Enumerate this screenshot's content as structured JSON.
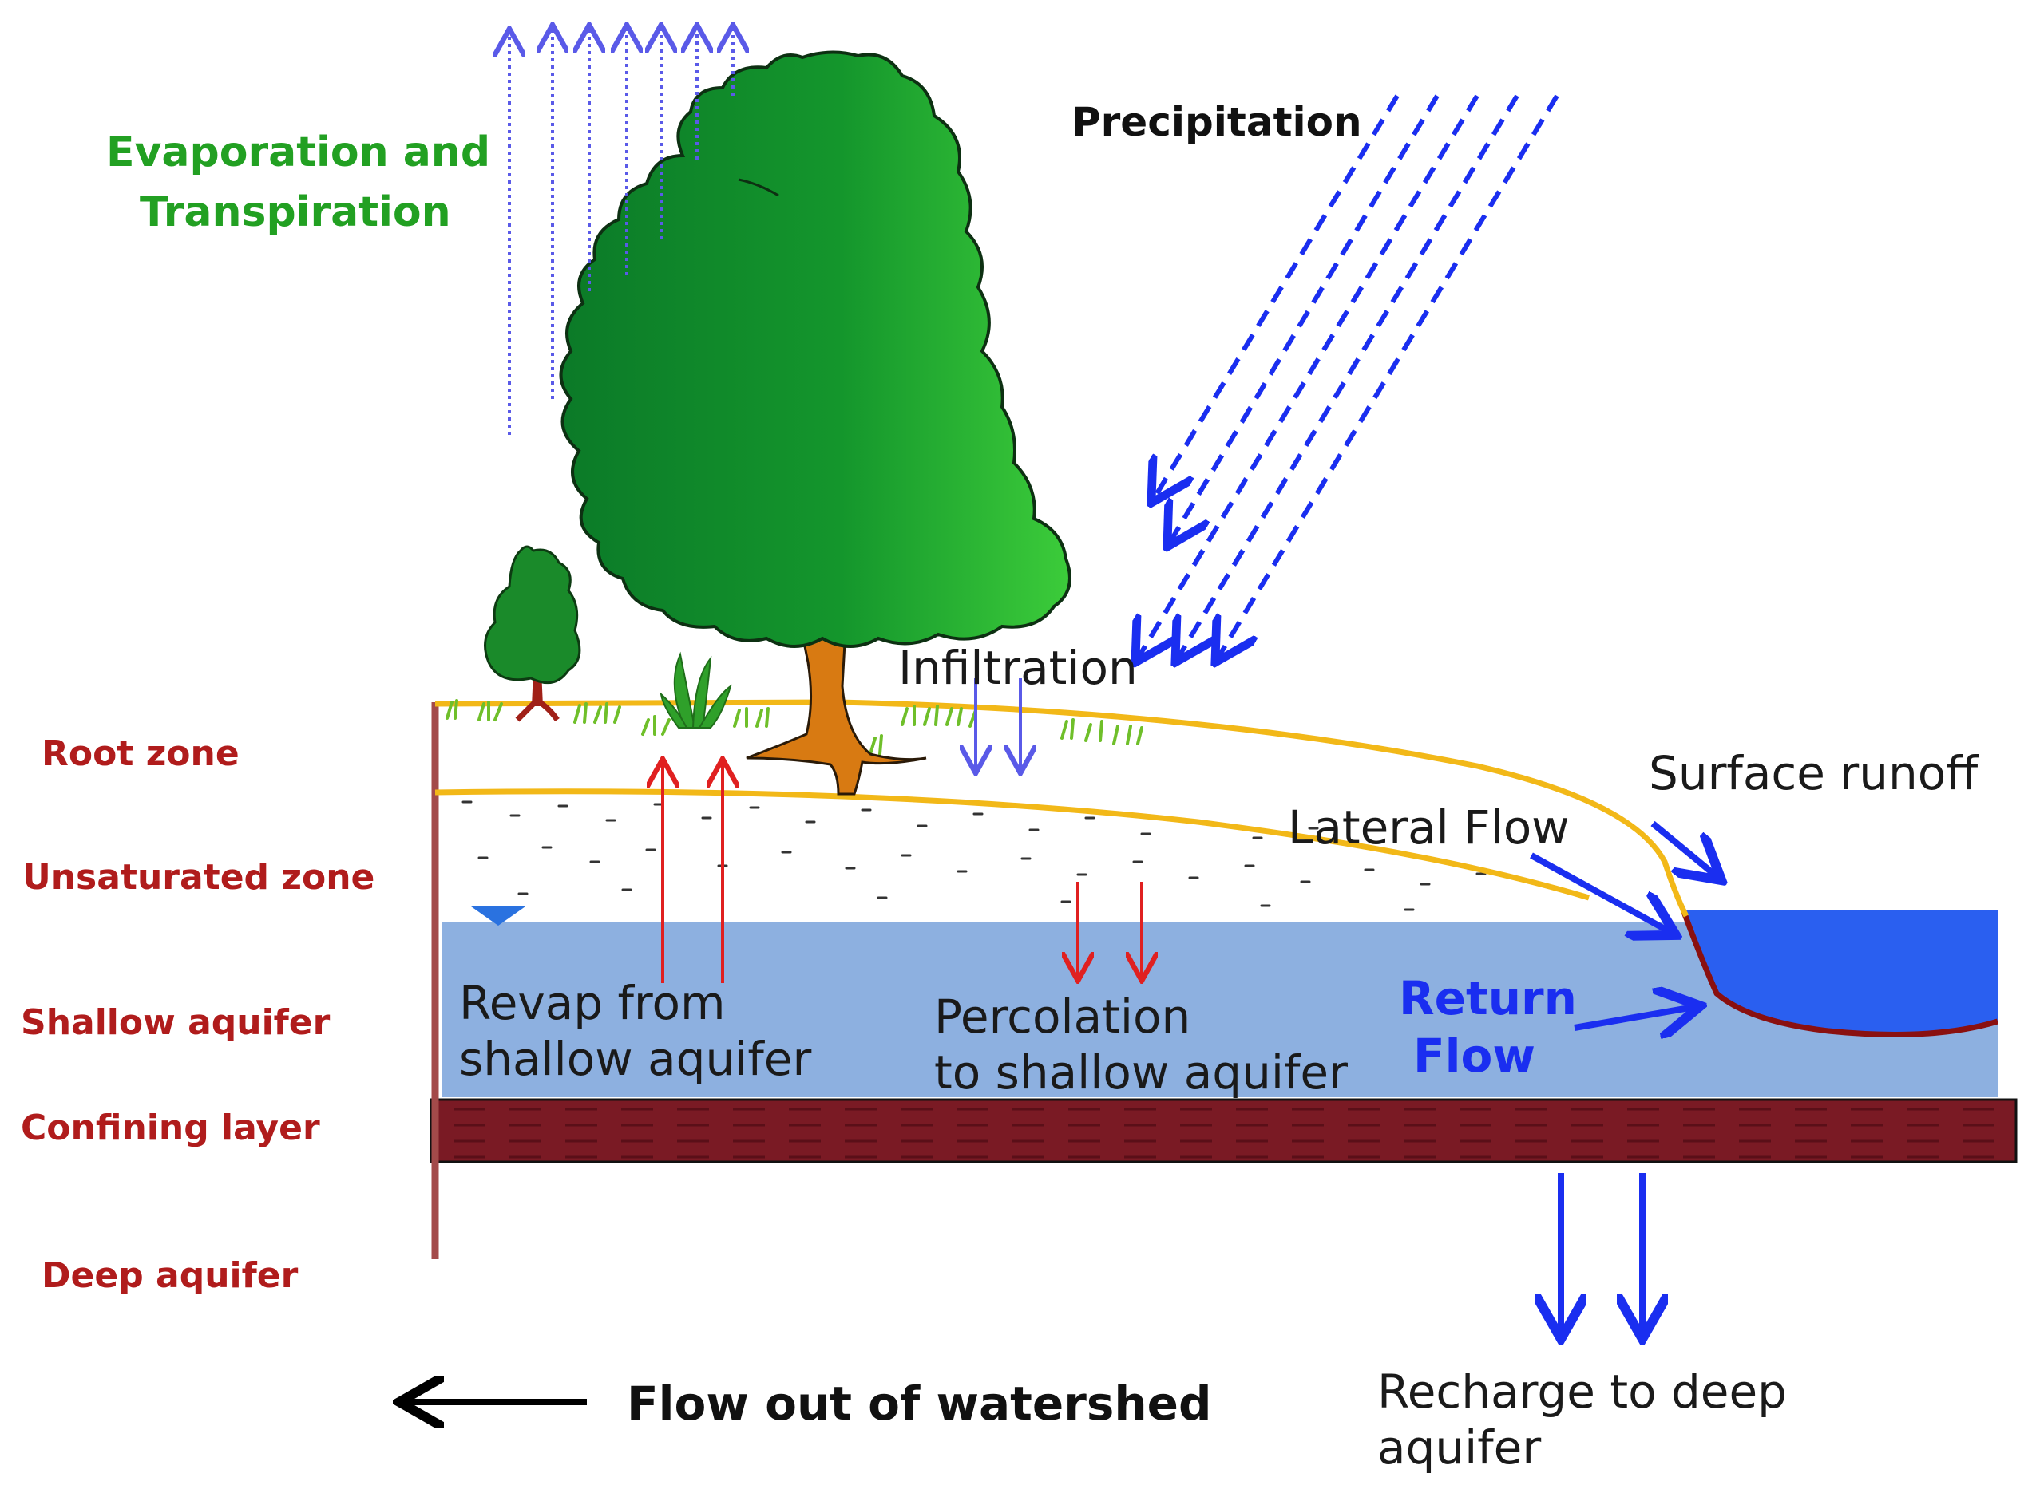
{
  "zones": {
    "root": "Root zone",
    "unsaturated": "Unsaturated zone",
    "shallow": "Shallow aquifer",
    "confining": "Confining layer",
    "deep": "Deep aquifer"
  },
  "processes": {
    "evaporation": [
      "Evaporation and",
      "Transpiration"
    ],
    "precipitation": "Precipitation",
    "infiltration": "Infiltration",
    "surface_runoff": "Surface runoff",
    "lateral_flow": "Lateral Flow",
    "return_flow": [
      "Return",
      "Flow"
    ],
    "revap": [
      "Revap from",
      "shallow aquifer"
    ],
    "percolation": [
      "Percolation",
      "to shallow aquifer"
    ],
    "recharge": [
      "Recharge to deep",
      "aquifer"
    ],
    "flow_out": "Flow out of watershed"
  },
  "colors": {
    "zone_label": "#b01c1c",
    "evaporation": "#22a022",
    "return_flow": "#1a2ef0",
    "shallow_aquifer": "#8db0e0",
    "stream": "#2a5ff0",
    "confining_layer": "#7a1a24",
    "soil_boundary": "#f2b818",
    "up_arrows": "#e02020",
    "rain": "#1a2ef0"
  }
}
